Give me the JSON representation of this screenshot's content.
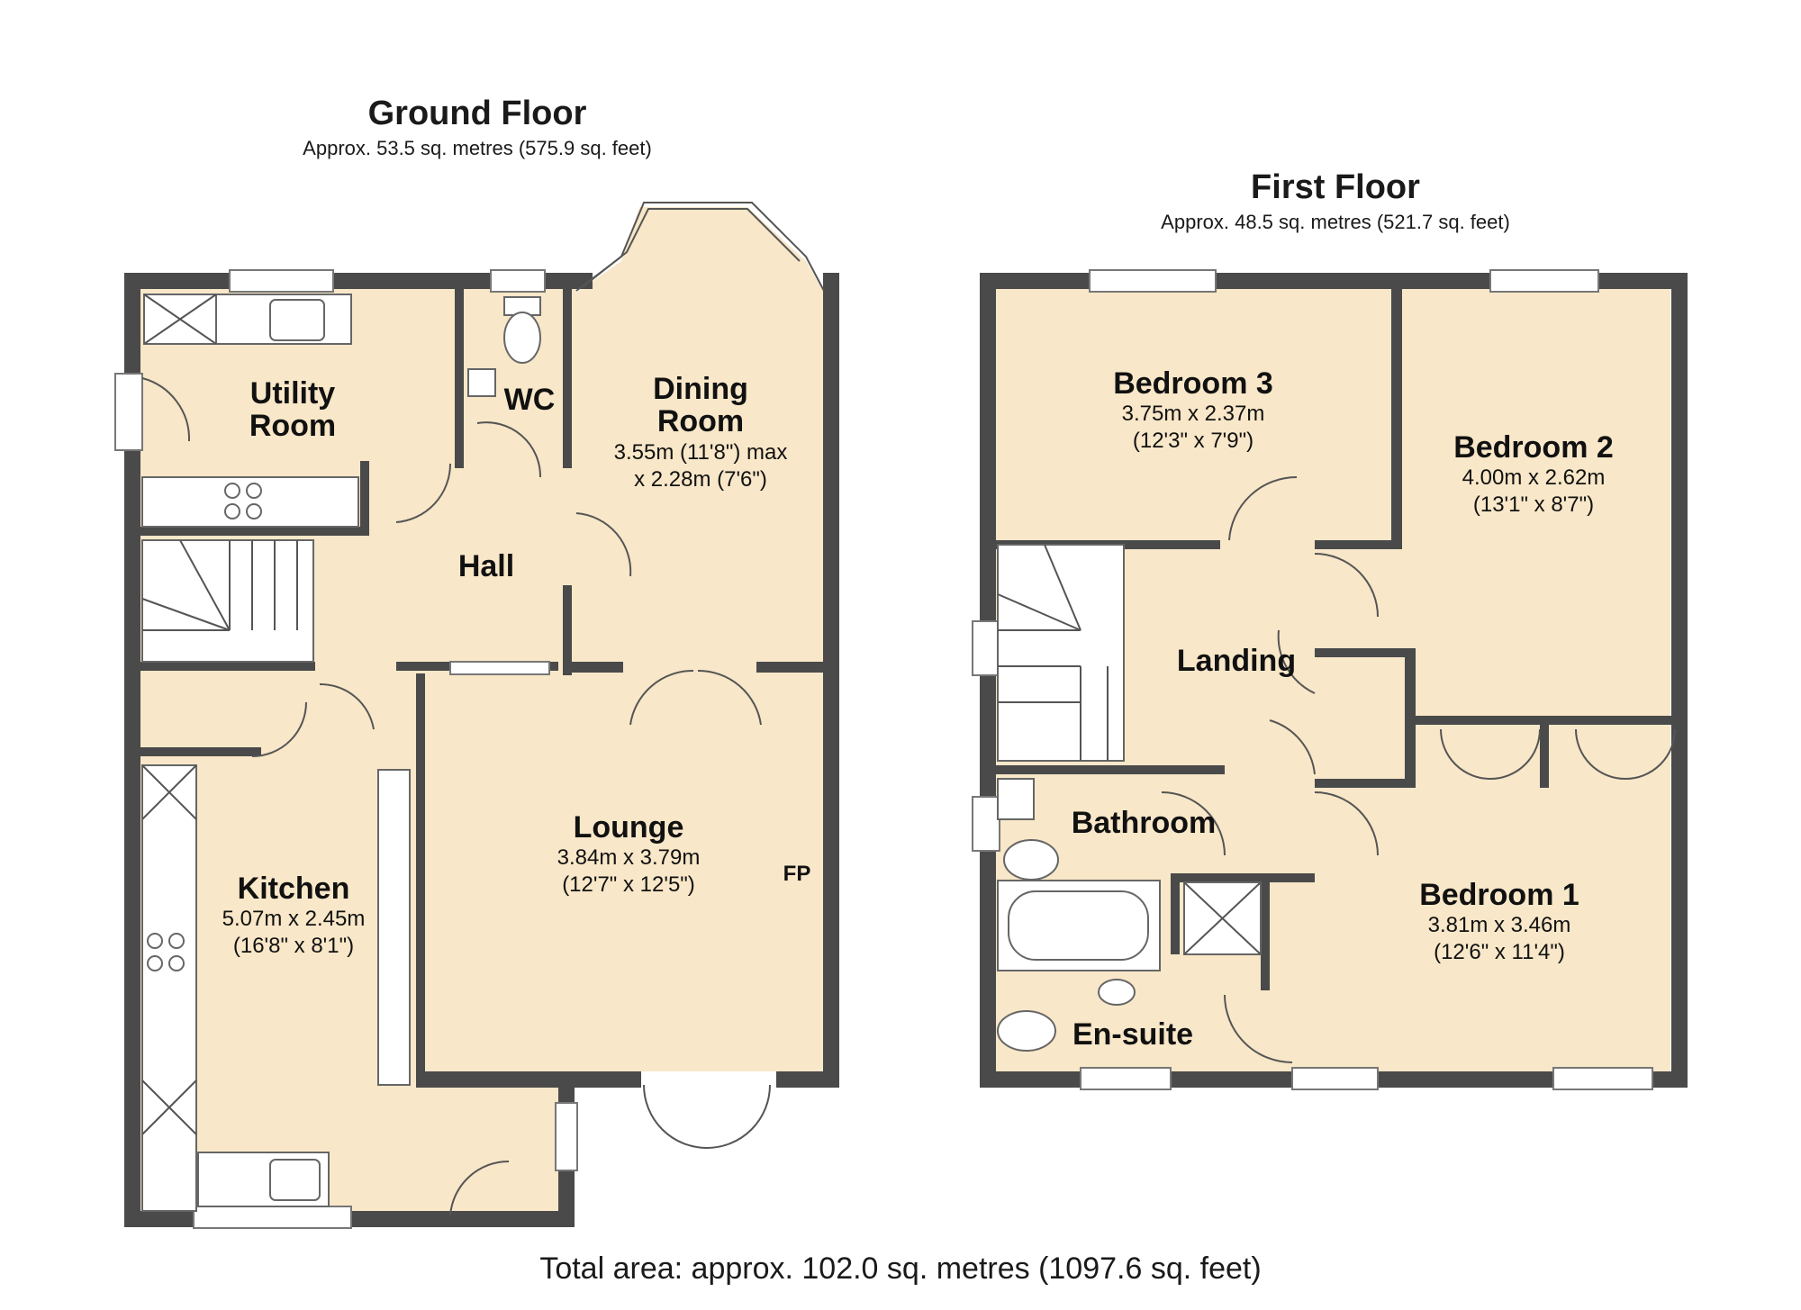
{
  "ground_floor": {
    "title": "Ground Floor",
    "area": "Approx. 53.5 sq. metres (575.9 sq. feet)",
    "rooms": {
      "utility": {
        "name_line1": "Utility",
        "name_line2": "Room"
      },
      "wc": {
        "name": "WC"
      },
      "dining": {
        "name_line1": "Dining",
        "name_line2": "Room",
        "dim_line1": "3.55m (11'8\") max",
        "dim_line2": "x 2.28m (7'6\")"
      },
      "hall": {
        "name": "Hall"
      },
      "lounge": {
        "name": "Lounge",
        "dim_line1": "3.84m x 3.79m",
        "dim_line2": "(12'7\" x 12'5\")",
        "fireplace": "FP"
      },
      "kitchen": {
        "name": "Kitchen",
        "dim_line1": "5.07m x 2.45m",
        "dim_line2": "(16'8\" x 8'1\")"
      }
    }
  },
  "first_floor": {
    "title": "First Floor",
    "area": "Approx. 48.5 sq. metres (521.7 sq. feet)",
    "rooms": {
      "bedroom3": {
        "name": "Bedroom 3",
        "dim_line1": "3.75m x 2.37m",
        "dim_line2": "(12'3\" x 7'9\")"
      },
      "bedroom2": {
        "name": "Bedroom 2",
        "dim_line1": "4.00m x 2.62m",
        "dim_line2": "(13'1\" x 8'7\")"
      },
      "landing": {
        "name": "Landing"
      },
      "bathroom": {
        "name": "Bathroom"
      },
      "bedroom1": {
        "name": "Bedroom 1",
        "dim_line1": "3.81m x 3.46m",
        "dim_line2": "(12'6\" x 11'4\")"
      },
      "ensuite": {
        "name": "En-suite"
      }
    }
  },
  "total_area": "Total area: approx. 102.0 sq. metres (1097.6 sq. feet)",
  "colors": {
    "floor": "#f8e7c8",
    "wall": "#4a4a4a",
    "background": "#ffffff"
  }
}
